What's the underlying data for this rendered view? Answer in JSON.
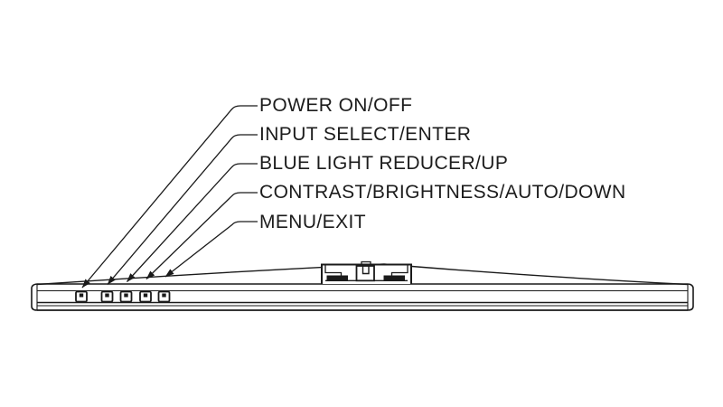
{
  "colors": {
    "background": "#ffffff",
    "line": "#1a1a1a",
    "text": "#1c1c1c"
  },
  "callouts": [
    {
      "label": "POWER ON/OFF",
      "button": "power-button"
    },
    {
      "label": "INPUT SELECT/ENTER",
      "button": "input-select-button"
    },
    {
      "label": "BLUE LIGHT REDUCER/UP",
      "button": "blue-light-reducer-button"
    },
    {
      "label": "CONTRAST/BRIGHTNESS/AUTO/DOWN",
      "button": "contrast-brightness-auto-button"
    },
    {
      "label": "MENU/EXIT",
      "button": "menu-exit-button"
    }
  ]
}
